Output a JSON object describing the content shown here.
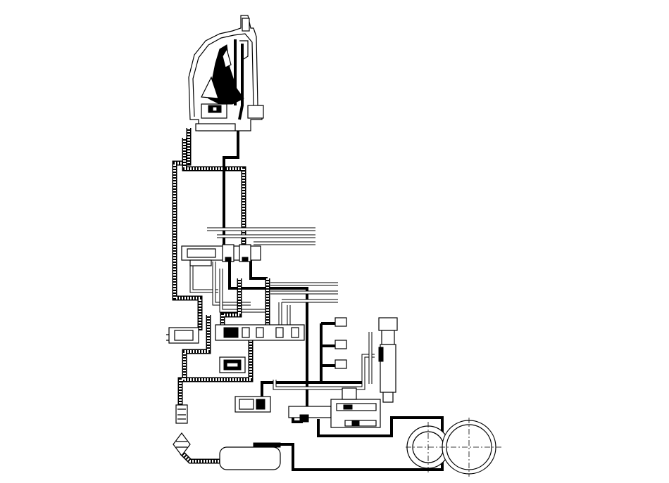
{
  "diagram": {
    "type": "hydraulic-circuit-schematic",
    "colors": {
      "line": "#000000",
      "background": "#ffffff"
    },
    "components": [
      {
        "id": "torque-converter",
        "icon": "torque-converter-icon"
      },
      {
        "id": "manual-valve",
        "icon": "spool-valve-icon"
      },
      {
        "id": "shift-valve-body",
        "icon": "spool-valve-icon"
      },
      {
        "id": "pressure-regulator-valve",
        "icon": "spool-valve-icon"
      },
      {
        "id": "oil-filter",
        "icon": "filter-icon"
      },
      {
        "id": "oil-cooler",
        "icon": "cooler-icon"
      },
      {
        "id": "solenoid",
        "icon": "solenoid-icon"
      },
      {
        "id": "oil-pump",
        "icon": "pump-gears-icon"
      }
    ]
  }
}
